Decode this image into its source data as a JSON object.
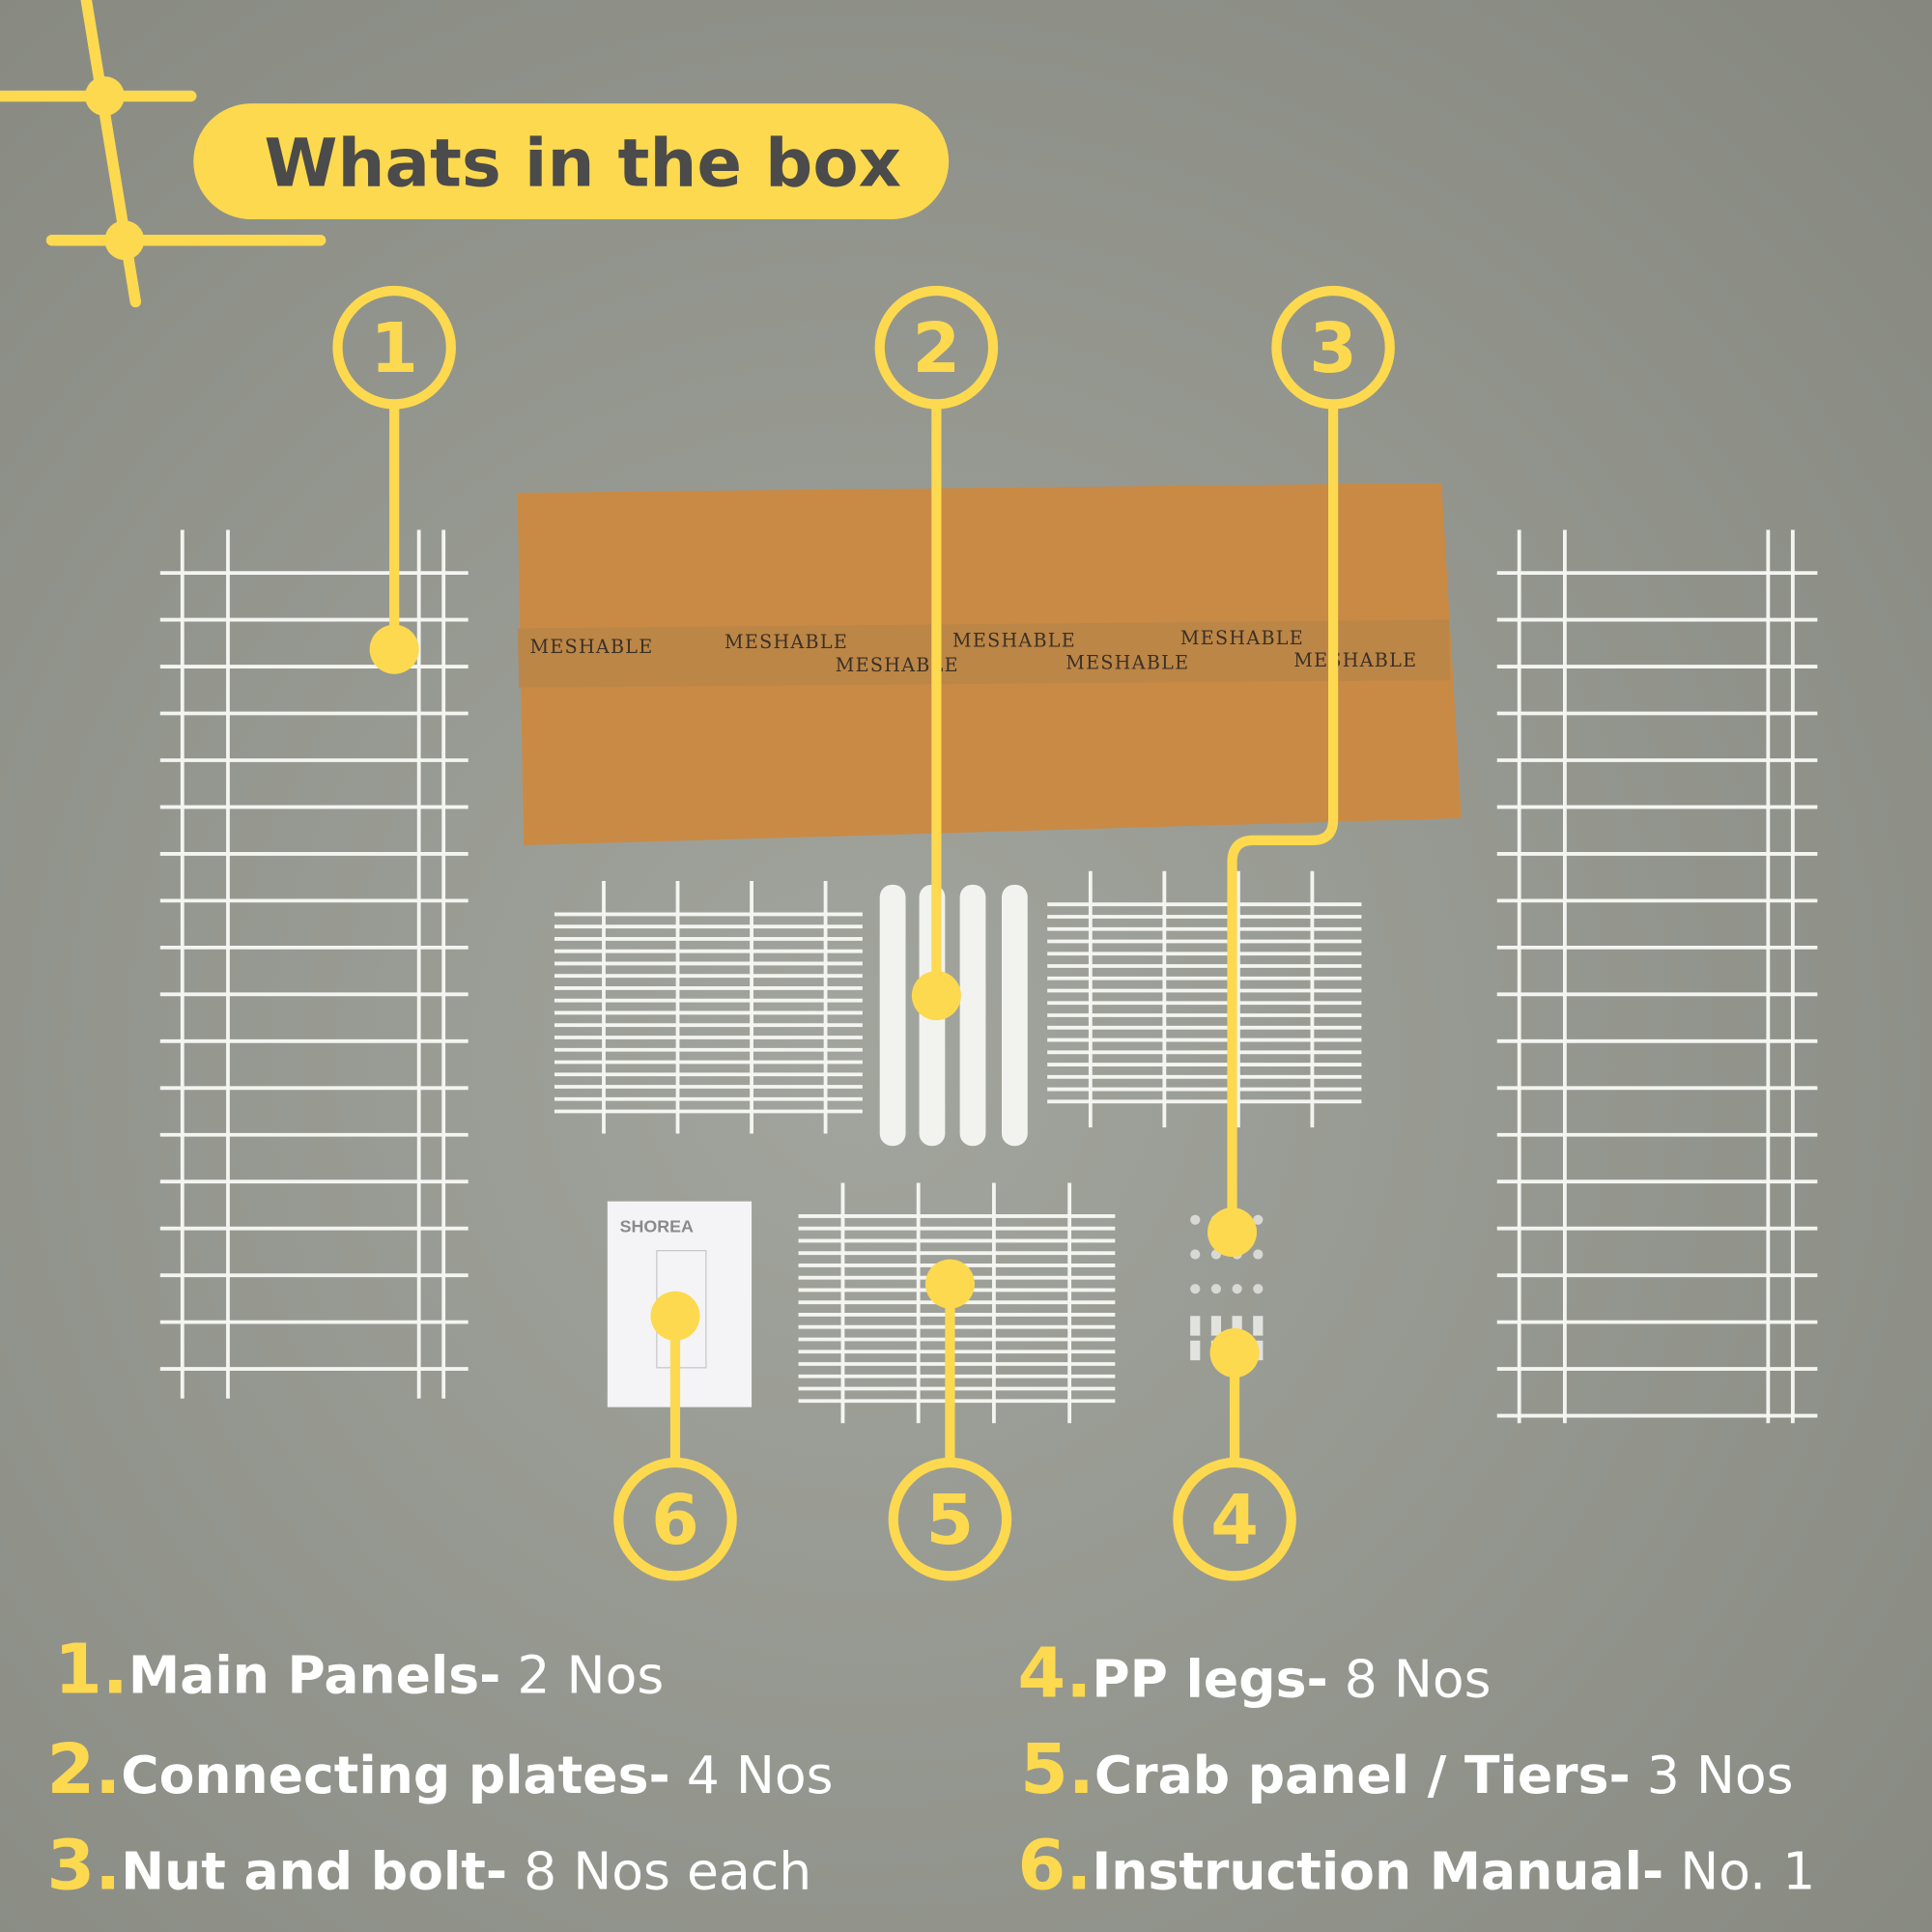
{
  "title": "Whats in the box",
  "callouts": [
    "1",
    "2",
    "3",
    "4",
    "5",
    "6"
  ],
  "tape_brand": "MESHABLE",
  "manual_title": "SHOREA",
  "items": [
    {
      "num": "1.",
      "name": "Main Panels-",
      "qty": " 2 Nos"
    },
    {
      "num": "2.",
      "name": "Connecting plates-",
      "qty": " 4 Nos"
    },
    {
      "num": "3.",
      "name": "Nut and bolt-",
      "qty": " 8 Nos each"
    },
    {
      "num": "4.",
      "name": "PP legs-",
      "qty": " 8 Nos"
    },
    {
      "num": "5.",
      "name": "Crab panel / Tiers-",
      "qty": " 3 Nos"
    },
    {
      "num": "6.",
      "name": "Instruction Manual-",
      "qty": " No. 1"
    }
  ],
  "colors": {
    "accent": "#fdd94f",
    "background": "#8f918a",
    "box": "#c98a45",
    "title_text": "#4b4b4b"
  }
}
